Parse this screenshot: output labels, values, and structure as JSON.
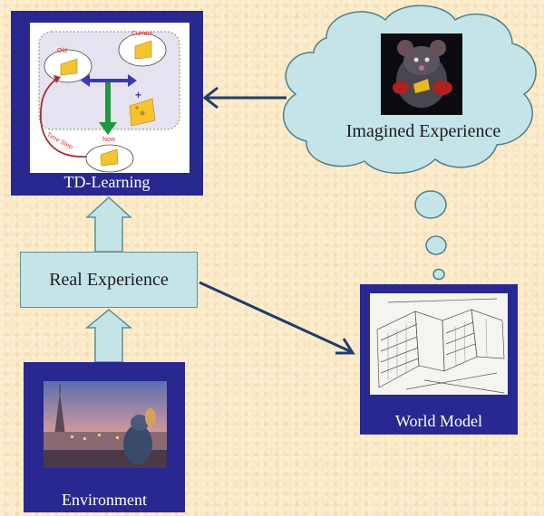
{
  "nodes": {
    "td_learning": {
      "label": "TD-Learning",
      "inner": {
        "old_label": "Old",
        "current_label": "Current",
        "plus_label": "+",
        "now_label": "Now",
        "time_step_label": "Time Step"
      }
    },
    "imagined": {
      "label": "Imagined Experience"
    },
    "real": {
      "label": "Real Experience"
    },
    "world_model": {
      "label": "World Model"
    },
    "environment": {
      "label": "Environment"
    }
  },
  "colors": {
    "background": "#fbe9c6",
    "panel": "#282890",
    "arrow_navy": "#1f3d6b",
    "box_fill": "#c4e4e8",
    "cloud_fill": "#c4e4e8",
    "td_green_arrow": "#1a9a3a",
    "td_blue_arrow": "#3a3ab0",
    "td_red_arrow": "#a33030"
  },
  "icons": [
    "rat-with-cheese-photo",
    "city-sketch-image",
    "paris-rat-scene-image",
    "cheese-icon"
  ]
}
